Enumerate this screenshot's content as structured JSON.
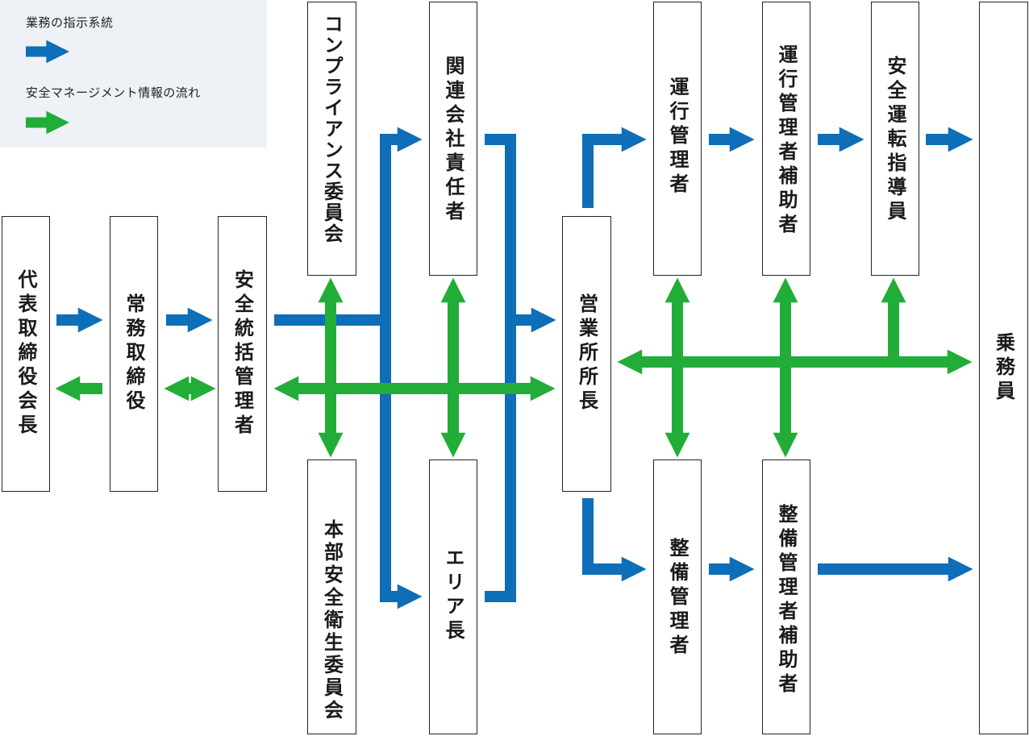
{
  "colors": {
    "instruction": "#0e6eb8",
    "info": "#22ac38",
    "legend_bg": "#eef1f5",
    "border": "#222222"
  },
  "legend": {
    "instruction_label": "業務の指示系統",
    "info_label": "安全マネージメント情報の流れ"
  },
  "nodes": {
    "ceo": "代表取締役会長",
    "managing_director": "常務取締役",
    "safety_general_manager": "安全統括管理者",
    "compliance_committee": "コンプライアンス委員会",
    "hq_safety_committee": "本部安全衛生委員会",
    "affiliate_manager": "関連会社責任者",
    "area_manager": "エリア長",
    "office_manager": "営業所所長",
    "operations_manager": "運行管理者",
    "operations_assistant": "運行管理者補助者",
    "safe_driving_instructor": "安全運転指導員",
    "maintenance_manager": "整備管理者",
    "maintenance_assistant": "整備管理者補助者",
    "crew": "乗務員"
  }
}
